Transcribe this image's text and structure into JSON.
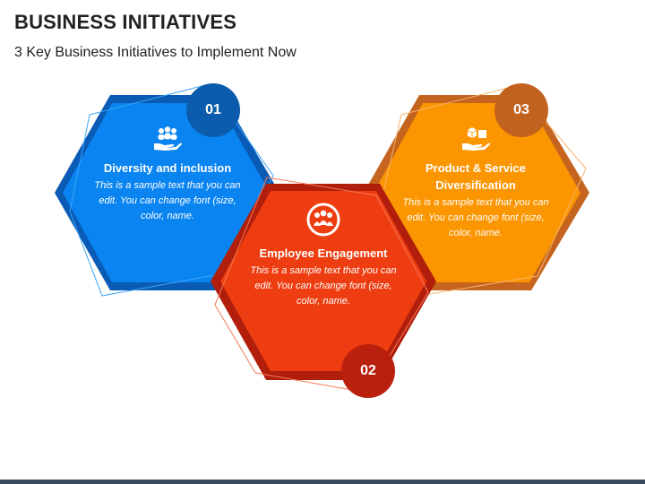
{
  "header": {
    "title": "BUSINESS INITIATIVES",
    "subtitle": "3 Key Business Initiatives to Implement Now"
  },
  "colors": {
    "blue": "#0a84f0",
    "blue_dark": "#0a5bb5",
    "red": "#ee3d10",
    "red_dark": "#b11e0c",
    "orange": "#fb9500",
    "orange_dark": "#c4641e",
    "badge_blue": "#0b5cad",
    "badge_red": "#b9200e",
    "badge_orange": "#c2621f"
  },
  "initiatives": [
    {
      "number": "01",
      "heading": "Diversity and inclusion",
      "body": "This is a sample text that you can edit. You can change font (size, color, name.",
      "icon": "people-in-hand-icon"
    },
    {
      "number": "02",
      "heading": "Employee Engagement",
      "body": "This is a sample text that you can edit. You can change font (size, color, name.",
      "icon": "team-circle-icon"
    },
    {
      "number": "03",
      "heading": "Product & Service Diversification",
      "body": "This is a sample text that you can edit. You can change font (size, color, name.",
      "icon": "boxes-in-hand-icon"
    }
  ]
}
